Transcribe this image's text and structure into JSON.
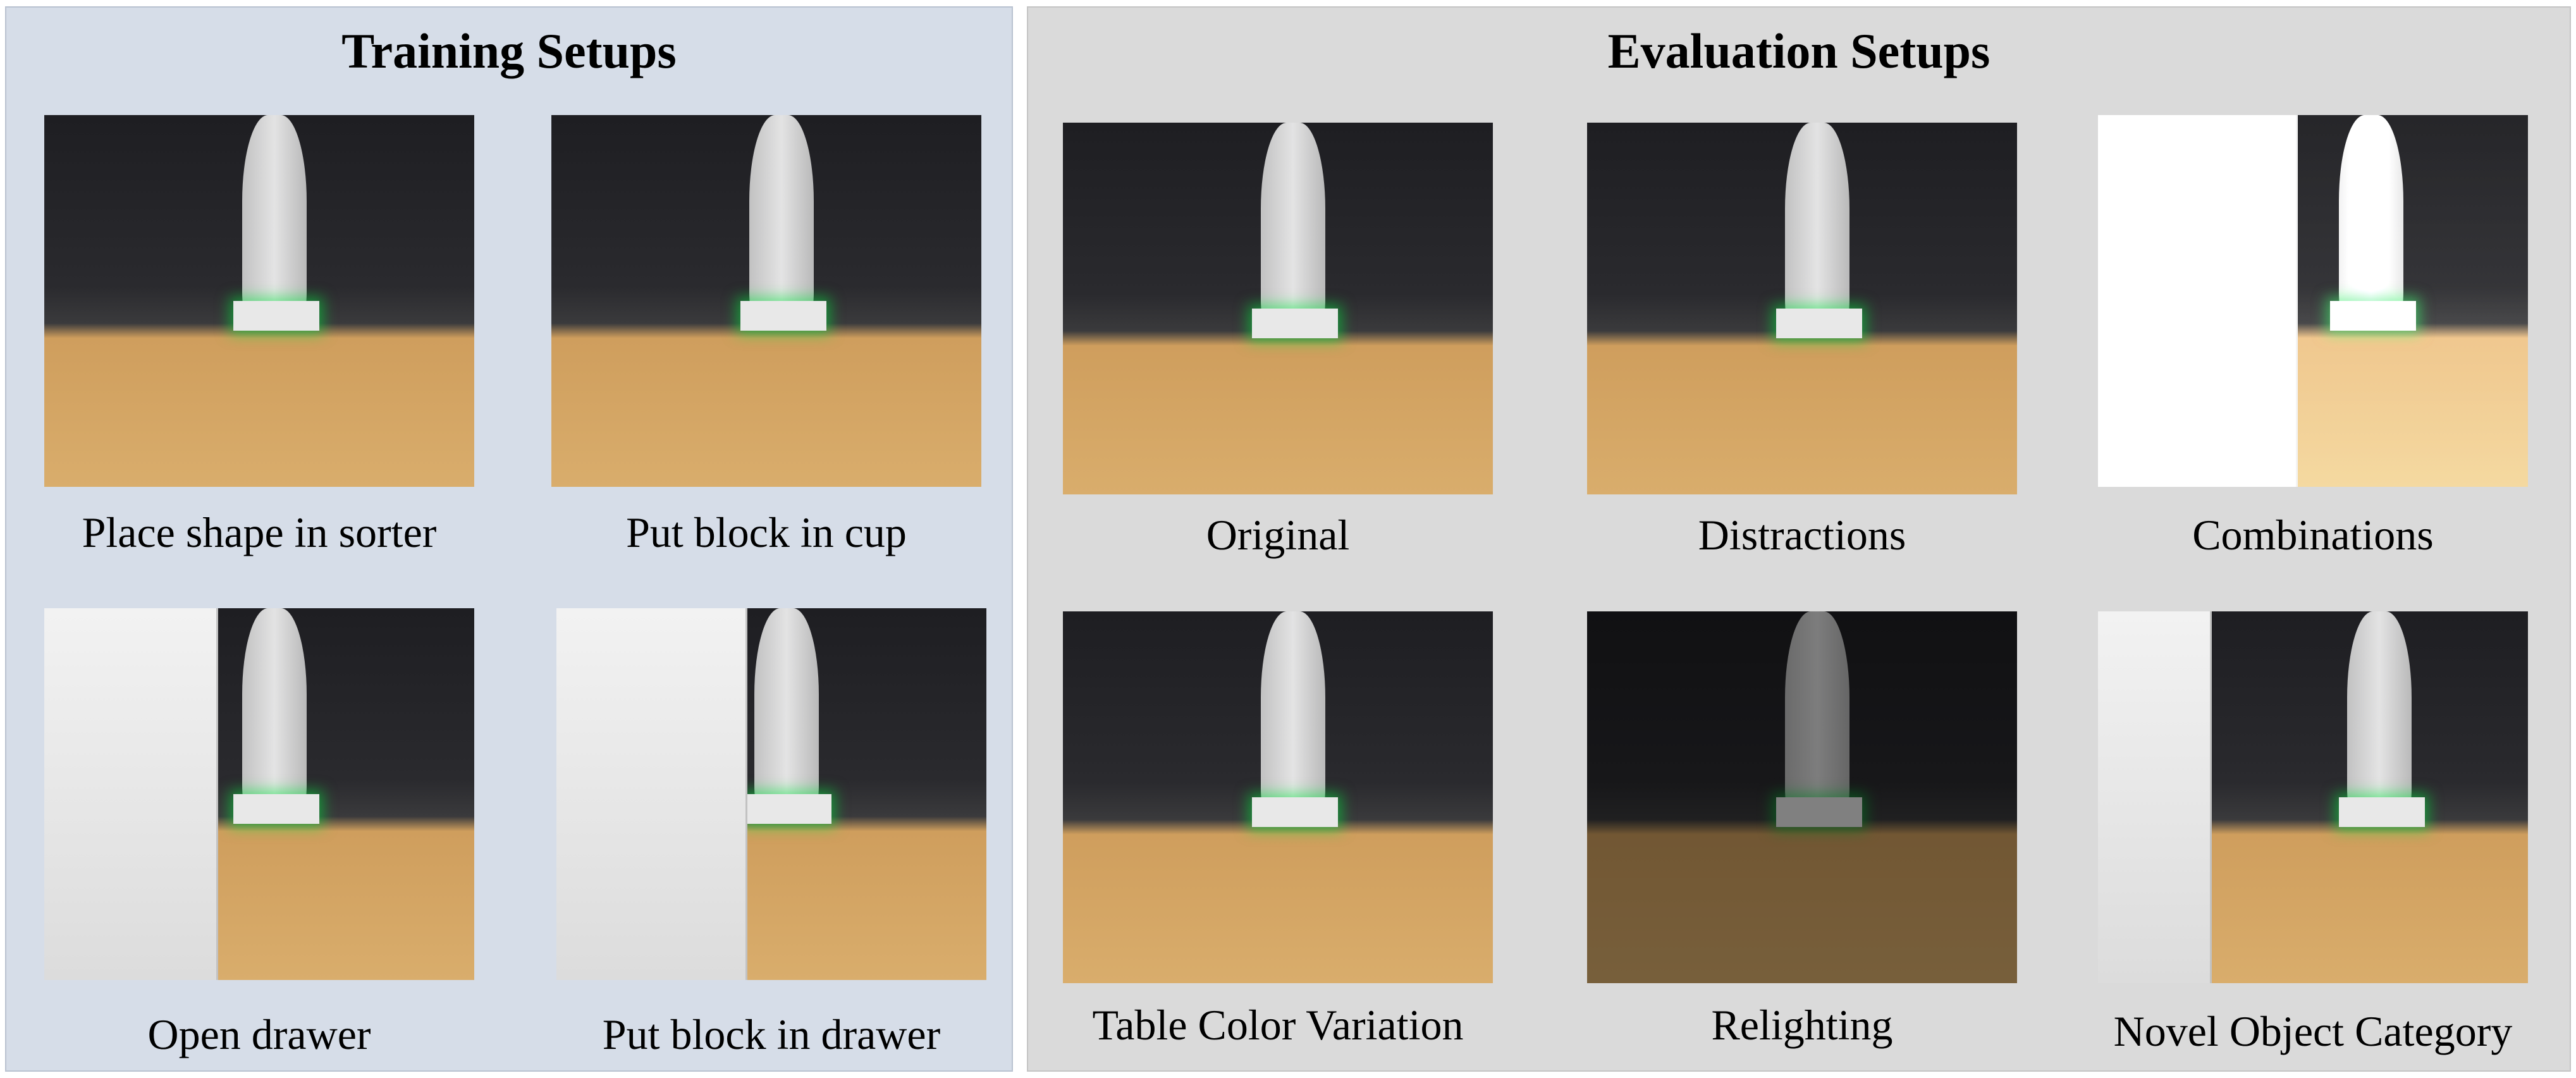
{
  "training": {
    "title": "Training Setups",
    "tiles": [
      {
        "caption": "Place shape in sorter"
      },
      {
        "caption": "Put block in cup"
      },
      {
        "caption": "Open drawer"
      },
      {
        "caption": "Put block in drawer"
      }
    ]
  },
  "evaluation": {
    "title": "Evaluation Setups",
    "tiles": [
      {
        "caption": "Original"
      },
      {
        "caption": "Distractions"
      },
      {
        "caption": "Combinations"
      },
      {
        "caption": "Table Color Variation"
      },
      {
        "caption": "Relighting"
      },
      {
        "caption": "Novel Object Category"
      }
    ]
  }
}
